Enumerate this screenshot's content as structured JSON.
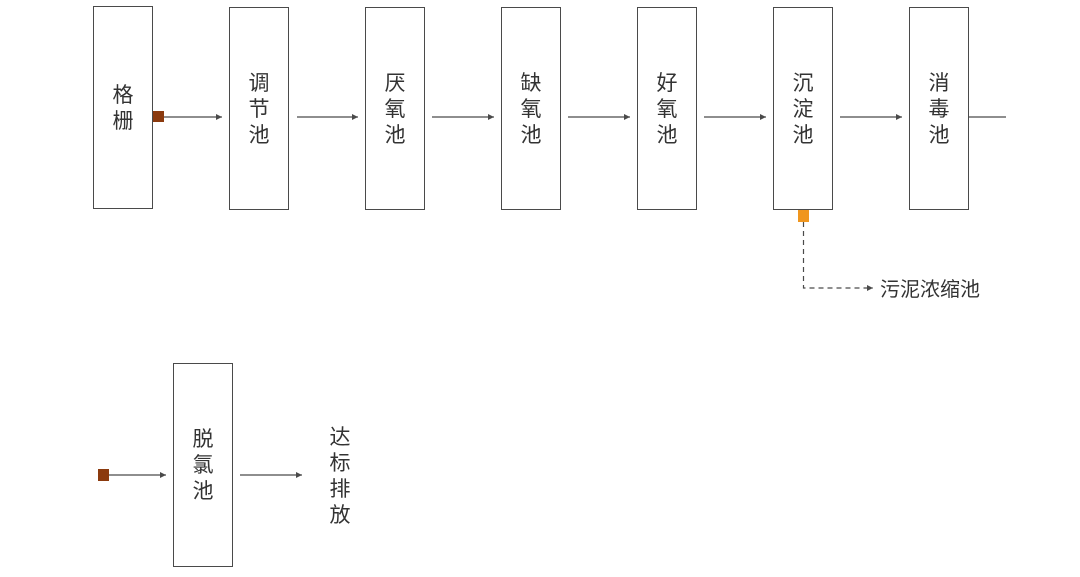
{
  "colors": {
    "stroke": "#4a4a4a",
    "text": "#333333",
    "inlet_marker": "#8b3a0e",
    "sludge_marker": "#f0961e"
  },
  "row1": {
    "nodes": [
      {
        "label": "格栅"
      },
      {
        "label": "调节池"
      },
      {
        "label": "厌氧池"
      },
      {
        "label": "缺氧池"
      },
      {
        "label": "好氧池"
      },
      {
        "label": "沉淀池"
      },
      {
        "label": "消毒池"
      }
    ],
    "sludge_label": "污泥浓缩池"
  },
  "row2": {
    "nodes": [
      {
        "label": "脱氯池"
      }
    ],
    "outlet_label": "达标排放"
  }
}
